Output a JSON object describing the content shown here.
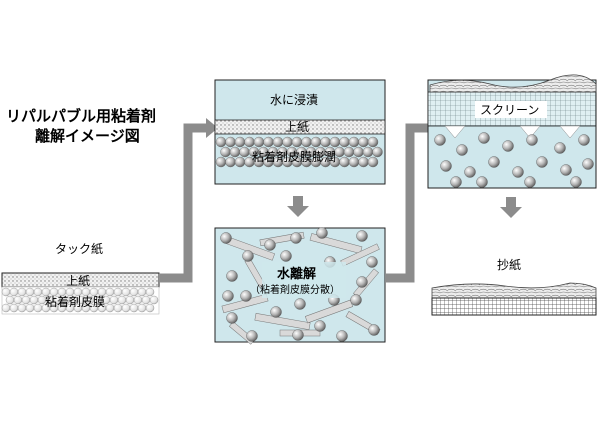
{
  "title_line1": "リパルパブル用粘着剤",
  "title_line2": "離解イメージ図",
  "panel_tack": {
    "label": "タック紙",
    "paper_label": "上紙",
    "film_label": "粘着剤皮膜"
  },
  "panel_soak": {
    "water_label": "水に浸漬",
    "paper_label": "上紙",
    "swelling_label": "粘着剤皮膜膨潤"
  },
  "panel_disintegrate": {
    "main_label": "水離解",
    "sub_label": "（粘着剤皮膜分散）"
  },
  "panel_screen": {
    "label": "スクリーン"
  },
  "panel_papermaking": {
    "label": "抄紙"
  },
  "colors": {
    "water": "#cfe7ec",
    "arrow": "#8c8c8c",
    "bead": "#9a9a9a",
    "fiber": "#d9d9d9",
    "outline": "#222222"
  }
}
